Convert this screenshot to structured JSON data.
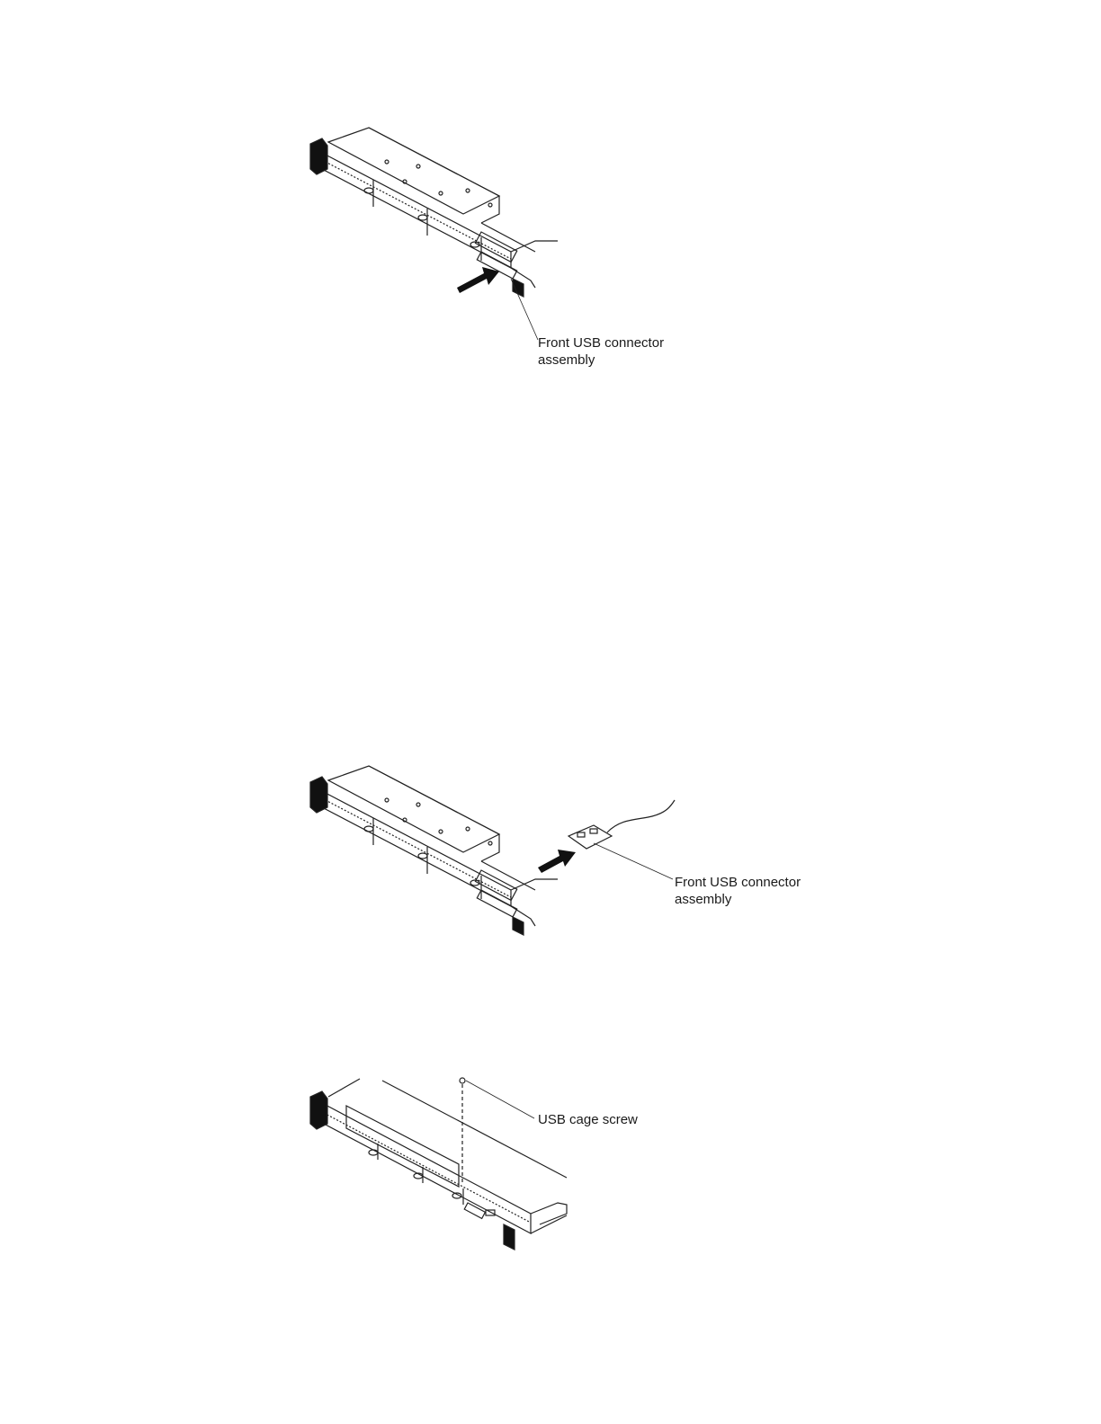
{
  "figures": [
    {
      "callout": {
        "line1": "Front USB connector",
        "line2": "assembly"
      },
      "illustration": "server-front-install-usb-assembly"
    },
    {
      "callout": {
        "line1": "Front USB connector",
        "line2": "assembly"
      },
      "illustration": "server-front-remove-usb-assembly"
    },
    {
      "callout": {
        "line1": "USB cage screw"
      },
      "illustration": "server-front-usb-cage-screw"
    }
  ]
}
